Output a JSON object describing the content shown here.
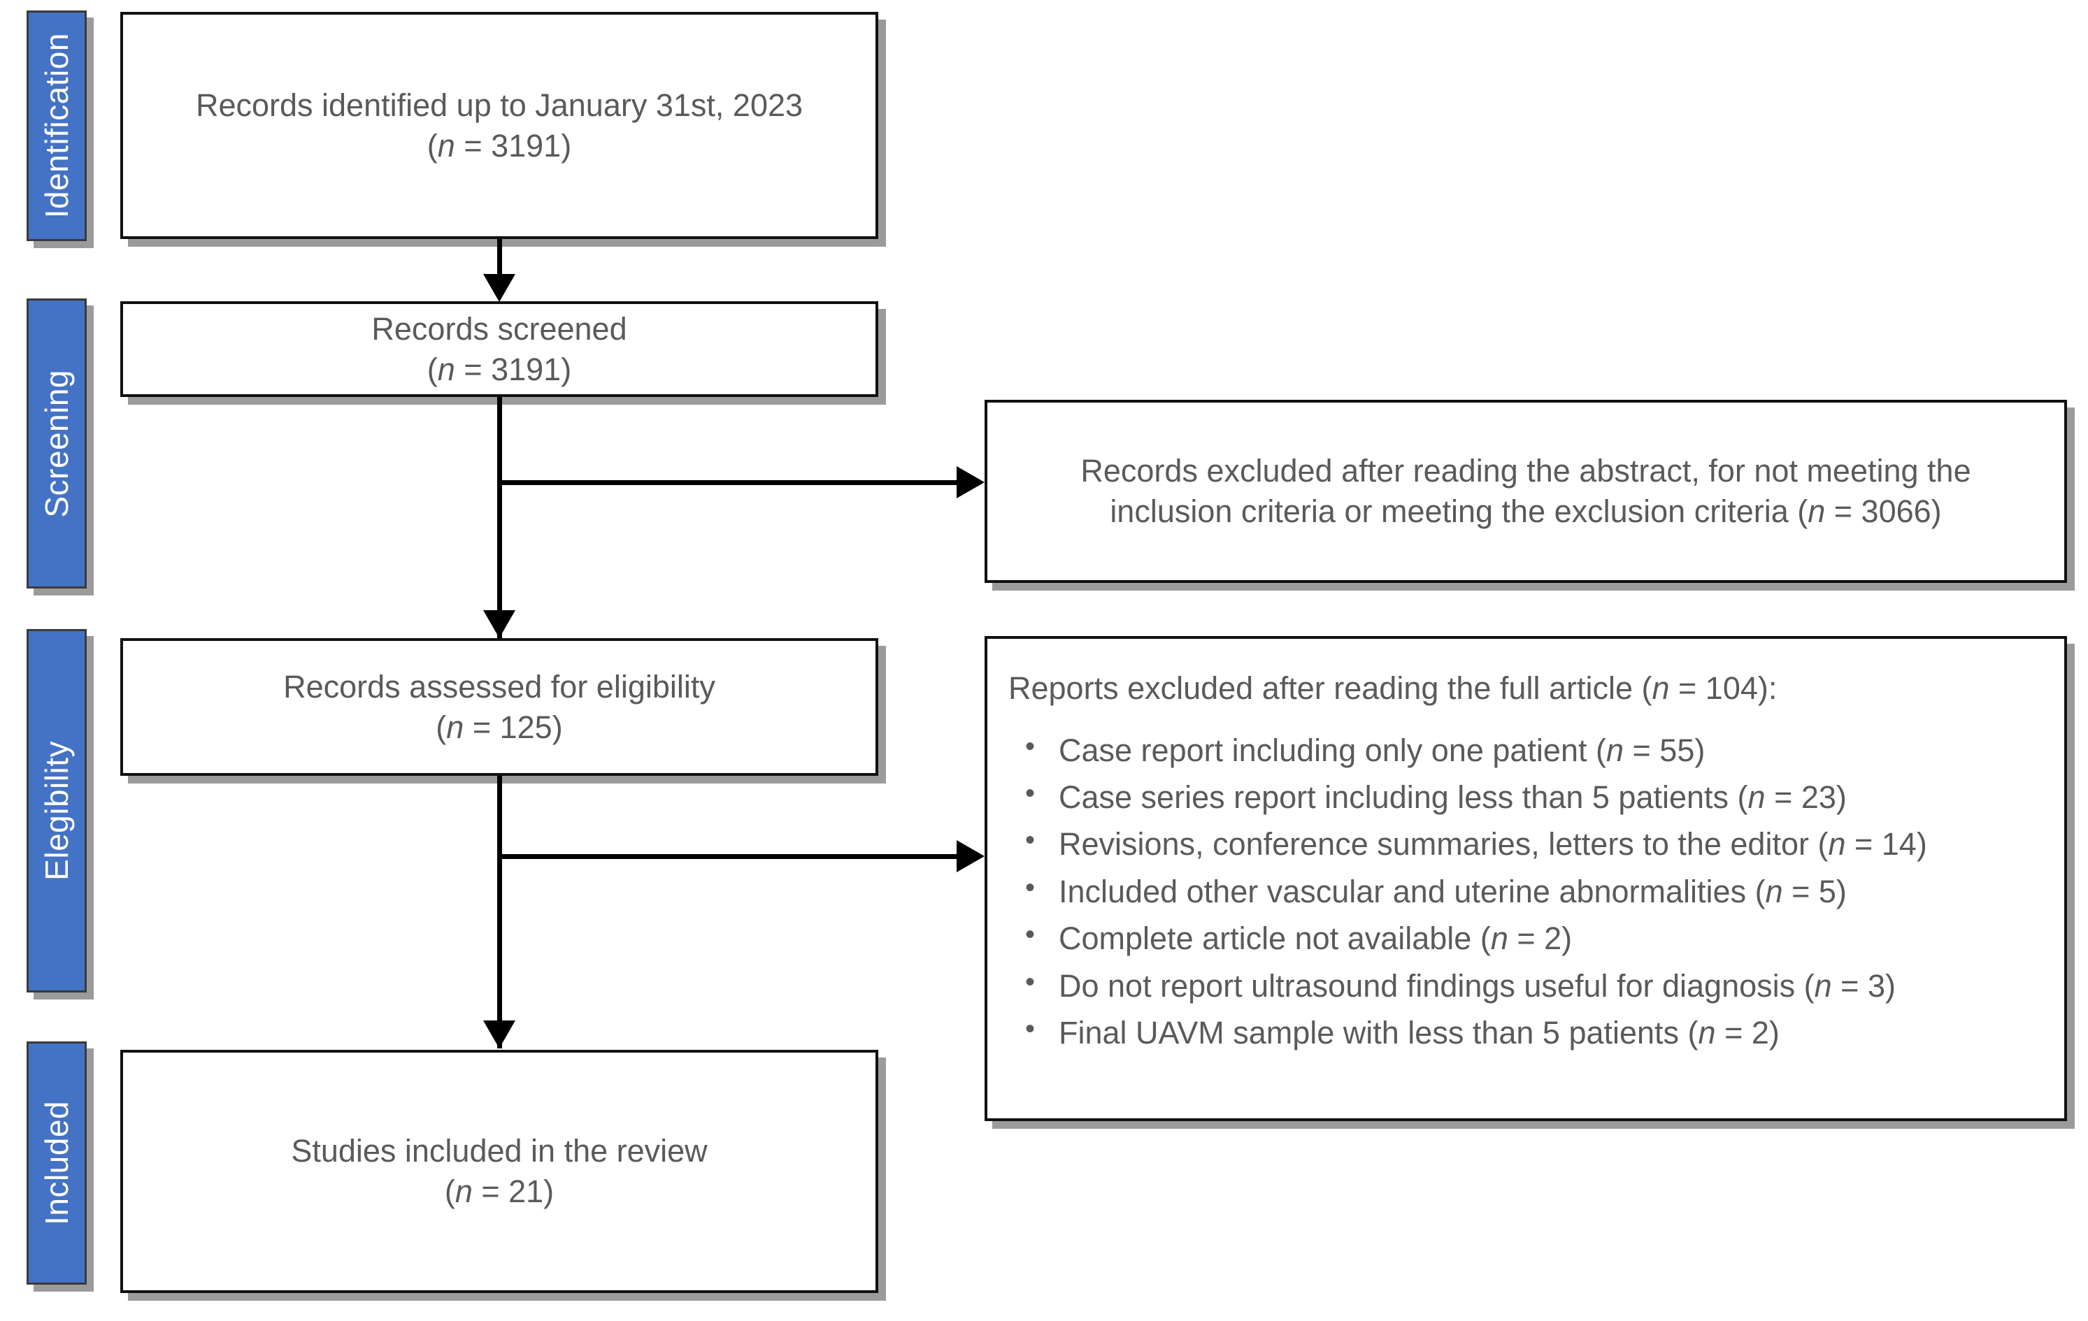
{
  "diagram": {
    "type": "prisma-flow-diagram",
    "accent_color": "#4472C4",
    "text_color": "#5a5a5a",
    "line_color": "#000000",
    "box_border_color": "#111111",
    "shadow_color": "#969696"
  },
  "stages": [
    {
      "id": "identification",
      "label": "Identification"
    },
    {
      "id": "screening",
      "label": "Screening"
    },
    {
      "id": "eligibility",
      "label": "Elegibility"
    },
    {
      "id": "included",
      "label": "Included"
    }
  ],
  "boxes": {
    "identified": {
      "line1": "Records identified up to January 31st, 2023",
      "count_prefix": "(",
      "count_n": "n",
      "count_eq": " = 3191)"
    },
    "screened": {
      "line1": "Records screened",
      "count_prefix": "(",
      "count_n": "n",
      "count_eq": " = 3191)"
    },
    "assessed": {
      "line1": "Records assessed for eligibility",
      "count_prefix": "(",
      "count_n": "n",
      "count_eq": " = 125)"
    },
    "included": {
      "line1": "Studies included in the review",
      "count_prefix": "(",
      "count_n": "n",
      "count_eq": " = 21)"
    },
    "excluded_abstract": {
      "line1": "Records excluded after reading the abstract, for not meeting the",
      "line2_a": "inclusion criteria or meeting the exclusion criteria (",
      "line2_n": "n",
      "line2_b": " = 3066)"
    },
    "excluded_fulltext": {
      "heading_a": "Reports excluded after reading the full article (",
      "heading_n": "n",
      "heading_b": " = 104):",
      "items": [
        {
          "text": "Case report including only one patient (",
          "n": "n",
          "tail": " = 55)"
        },
        {
          "text": "Case series report including less than 5 patients (",
          "n": "n",
          "tail": " = 23)"
        },
        {
          "text": "Revisions, conference summaries, letters to the editor (",
          "n": "n",
          "tail": " = 14)"
        },
        {
          "text": "Included other vascular and uterine abnormalities (",
          "n": "n",
          "tail": " = 5)"
        },
        {
          "text": "Complete article not available (",
          "n": "n",
          "tail": " = 2)"
        },
        {
          "text": "Do not report ultrasound findings useful for diagnosis (",
          "n": "n",
          "tail": " = 3)"
        },
        {
          "text": "Final UAVM sample with less than 5 patients (",
          "n": "n",
          "tail": " = 2)"
        }
      ]
    }
  }
}
